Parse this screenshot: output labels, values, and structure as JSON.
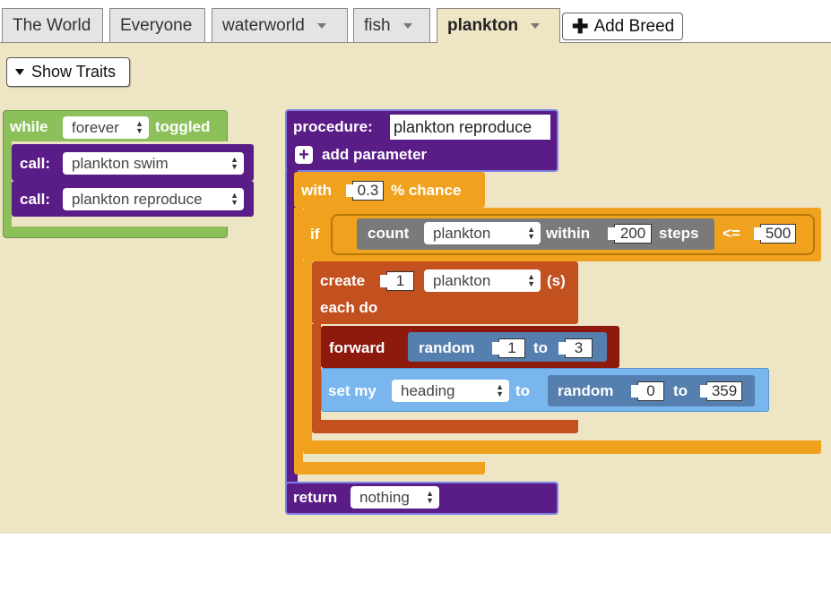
{
  "tabs": {
    "world": "The World",
    "everyone": "Everyone",
    "waterworld": "waterworld",
    "fish": "fish",
    "plankton": "plankton"
  },
  "add_breed_label": "Add Breed",
  "show_traits_label": "Show Traits",
  "while_block": {
    "while_label": "while",
    "condition": "forever",
    "toggled_label": "toggled",
    "calls": [
      {
        "label": "call:",
        "value": "plankton swim"
      },
      {
        "label": "call:",
        "value": "plankton reproduce"
      }
    ]
  },
  "procedure": {
    "label": "procedure:",
    "name": "plankton reproduce",
    "add_parameter": "add parameter",
    "with_label": "with",
    "chance_value": "0.3",
    "chance_label": "% chance",
    "if_label": "if",
    "count_label": "count",
    "count_breed": "plankton",
    "within_label": "within",
    "within_value": "200",
    "steps_label": "steps",
    "compare_op": "<=",
    "compare_value": "500",
    "create_label": "create",
    "create_count": "1",
    "create_breed": "plankton",
    "create_suffix": "(s)",
    "each_do_label": "each do",
    "forward_label": "forward",
    "fwd_random_label": "random",
    "fwd_min": "1",
    "fwd_to_label": "to",
    "fwd_max": "3",
    "set_my_label": "set my",
    "set_trait": "heading",
    "set_to_label": "to",
    "head_random_label": "random",
    "head_min": "0",
    "head_to_label": "to",
    "head_max": "359",
    "return_label": "return",
    "return_value": "nothing"
  },
  "colors": {
    "control": "#8cc05a",
    "procedure": "#5a1d87",
    "chance": "#f0a21f",
    "create": "#c3501f",
    "move": "#8e1a0e",
    "set": "#7ab6ee",
    "math": "#557faf",
    "count": "#7a7a7a",
    "workspace": "#ede5c4"
  }
}
